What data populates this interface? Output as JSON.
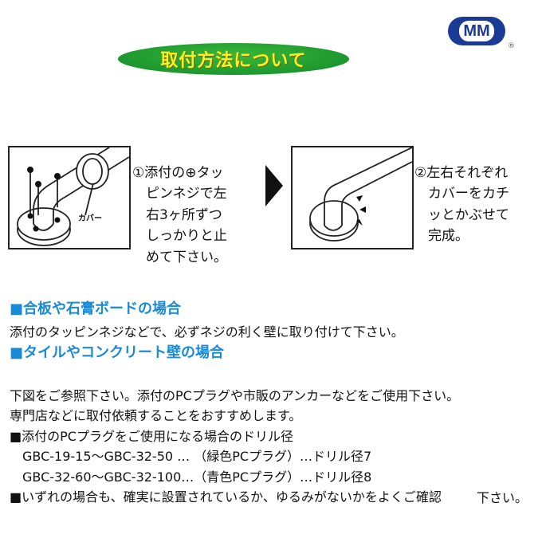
{
  "title": "取付方法について",
  "logo": "MM",
  "registered": "®",
  "step1": {
    "lines": [
      "①添付の⊕タッ",
      "　ピンネジで左",
      "　右3ヶ所ずつ",
      "　しっかりと止",
      "　めて下さい。"
    ],
    "cover_label": "カバー"
  },
  "step2": {
    "lines": [
      "②左右それぞれ",
      "　カバーをカチ",
      "　ッとかぶせて",
      "　完成。"
    ]
  },
  "section1": {
    "heading": "■合板や石膏ボードの場合",
    "text": "添付のタッピンネジなどで、必ずネジの利く壁に取り付けて下さい。"
  },
  "section2": {
    "heading": "■タイルやコンクリート壁の場合",
    "lines": [
      "下図をご参照下さい。添付のPCプラグや市販のアンカーなどをご使用下さい。",
      "専門店などに取付依頼することをおすすめします。",
      "■添付のPCプラグをご使用になる場合のドリル径",
      "　GBC-19-15〜GBC-32-50 … （緑色PCプラグ）…ドリル径7",
      "　GBC-32-60〜GBC-32-100…（青色PCプラグ）…ドリル径8",
      "■いずれの場合も、確実に設置されているか、ゆるみがないかをよくご確認"
    ],
    "last": "下さい。"
  }
}
